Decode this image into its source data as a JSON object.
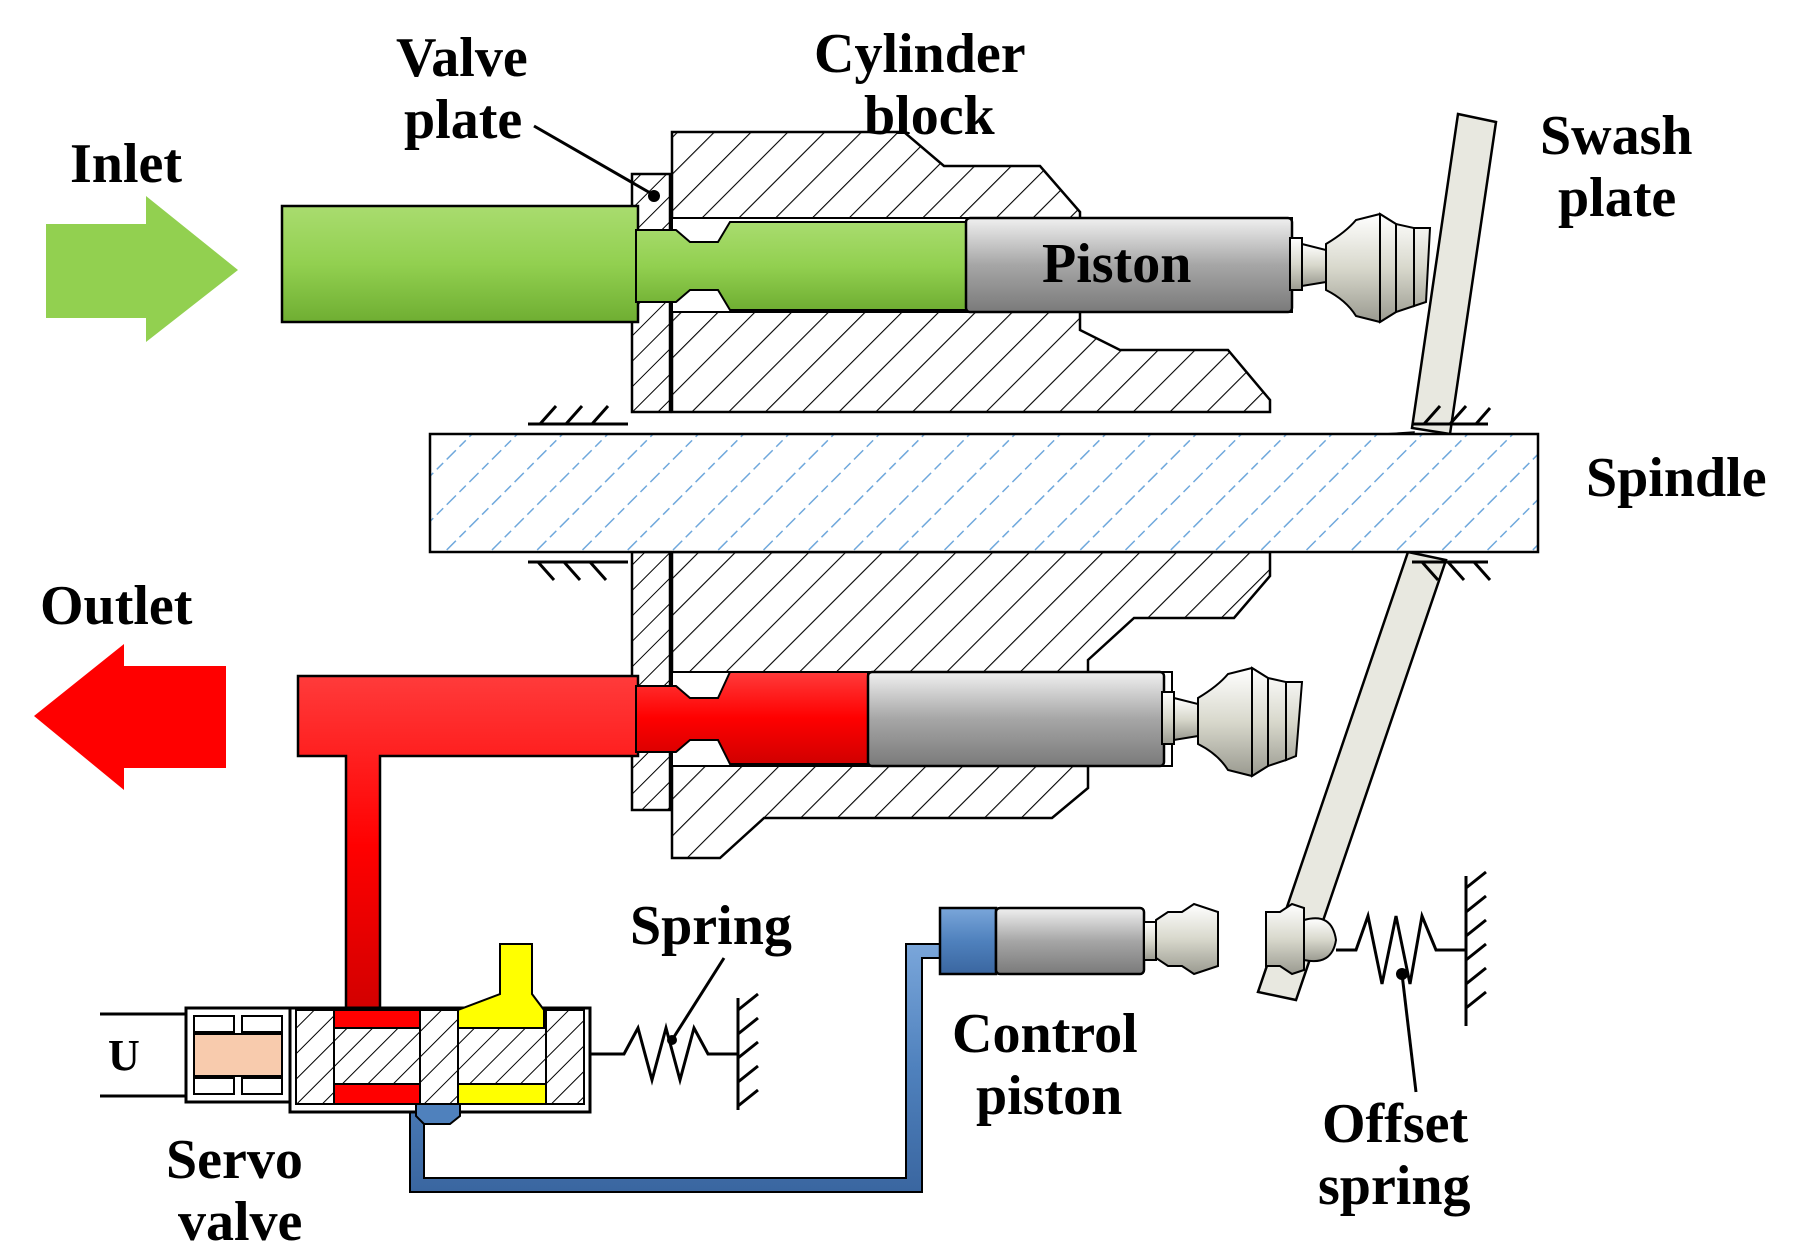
{
  "labels": {
    "inlet": "Inlet",
    "outlet": "Outlet",
    "valve_plate": [
      "Valve",
      "plate"
    ],
    "cylinder_block": [
      "Cylinder",
      "block"
    ],
    "swash_plate": [
      "Swash",
      "plate"
    ],
    "piston": "Piston",
    "spindle": "Spindle",
    "spring": "Spring",
    "control_piston": [
      "Control",
      "piston"
    ],
    "servo_valve": [
      "Servo",
      "valve"
    ],
    "offset_spring": [
      "Offset",
      "spring"
    ],
    "input_signal": "U"
  },
  "colors": {
    "inlet_flow": "#92d050",
    "outlet_flow": "#ff0000",
    "control_line": "#4f81bd",
    "supply_port": "#ffff00",
    "spindle_hatch": "#6fa8dc",
    "piston": "#a6a6a6",
    "swash_plate": "#e8e8e0",
    "actuator": "#f8cbad",
    "outline": "#000000"
  }
}
